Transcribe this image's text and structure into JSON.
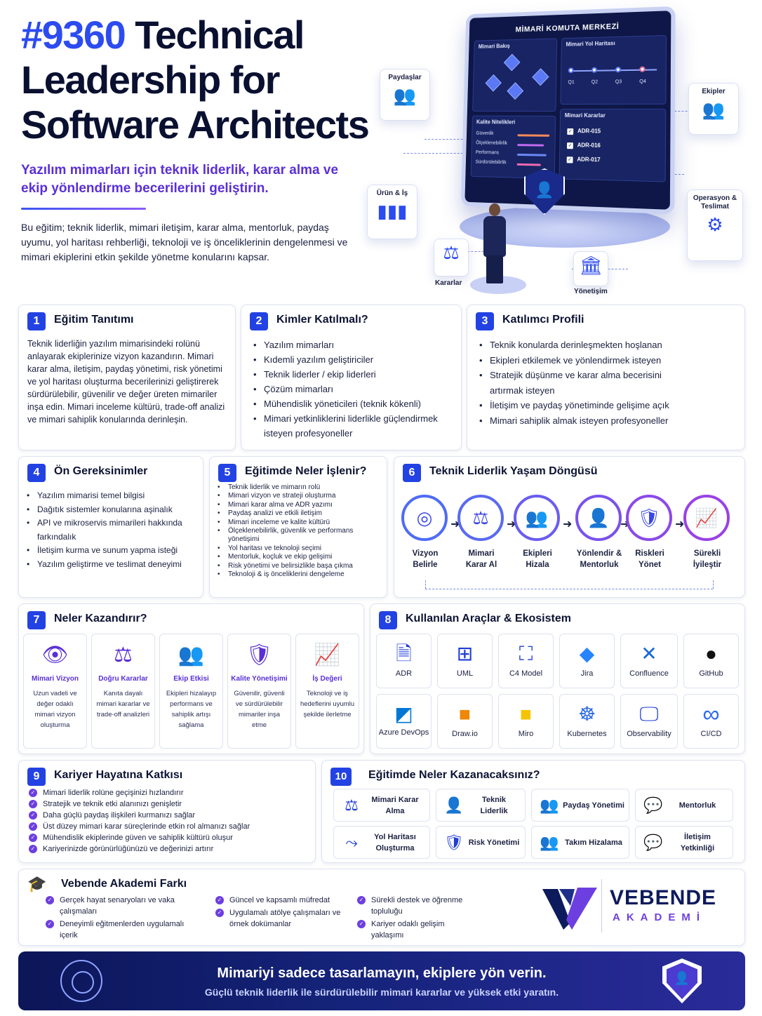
{
  "hero": {
    "title_num": "#9360",
    "title_rest": " Technical Leadership for Software Architects",
    "subtitle": "Yazılım mimarları için teknik liderlik, karar alma ve ekip yönlendirme becerilerini geliştirin.",
    "description": "Bu eğitim; teknik liderlik, mimari iletişim, karar alma, mentorluk, paydaş uyumu, yol haritası rehberliği, teknoloji ve iş önceliklerinin dengelenmesi ve mimari ekiplerini etkin şekilde yönetme konularını kapsar."
  },
  "illustration": {
    "monitor_title": "MİMARİ KOMUTA MERKEZİ",
    "panel_overview": "Mimari Bakış",
    "panel_roadmap": "Mimari Yol Haritası",
    "quarters": [
      "Q1",
      "Q2",
      "Q3",
      "Q4"
    ],
    "panel_quality": "Kalite Nitelikleri",
    "quality_items": [
      "Güvenlik",
      "Ölçeklenebilirlik",
      "Performans",
      "Sürdürülebilirlik"
    ],
    "panel_decisions": "Mimari Kararlar",
    "adrs": [
      "ADR-015",
      "ADR-016",
      "ADR-017"
    ],
    "cards": {
      "stakeholders": "Paydaşlar",
      "teams": "Ekipler",
      "product": "Ürün & İş",
      "ops": "Operasyon & Teslimat"
    },
    "tags": {
      "decisions": "Kararlar",
      "governance": "Yönetişim"
    }
  },
  "s1": {
    "num": "1",
    "title": "Eğitim Tanıtımı",
    "text": "Teknik liderliğin yazılım mimarisindeki rolünü anlayarak ekiplerinize vizyon kazandırın. Mimari karar alma, iletişim, paydaş yönetimi, risk yönetimi ve yol haritası oluşturma becerilerinizi geliştirerek sürdürülebilir, güvenilir ve değer üreten mimariler inşa edin. Mimari inceleme kültürü, trade-off analizi ve mimari sahiplik konularında derinleşin."
  },
  "s2": {
    "num": "2",
    "title": "Kimler Katılmalı?",
    "items": [
      "Yazılım mimarları",
      "Kıdemli yazılım geliştiriciler",
      "Teknik liderler / ekip liderleri",
      "Çözüm mimarları",
      "Mühendislik yöneticileri (teknik kökenli)",
      "Mimari yetkinliklerini liderlikle güçlendirmek isteyen profesyoneller"
    ]
  },
  "s3": {
    "num": "3",
    "title": "Katılımcı Profili",
    "items": [
      "Teknik konularda derinleşmekten hoşlanan",
      "Ekipleri etkilemek ve yönlendirmek isteyen",
      "Stratejik düşünme ve karar alma becerisini artırmak isteyen",
      "İletişim ve paydaş yönetiminde gelişime açık",
      "Mimari sahiplik almak isteyen profesyoneller"
    ]
  },
  "s4": {
    "num": "4",
    "title": "Ön Gereksinimler",
    "items": [
      "Yazılım mimarisi temel bilgisi",
      "Dağıtık sistemler konularına aşinalık",
      "API ve mikroservis mimarileri hakkında farkındalık",
      "İletişim kurma ve sunum yapma isteği",
      "Yazılım geliştirme ve teslimat deneyimi"
    ]
  },
  "s5": {
    "num": "5",
    "title": "Eğitimde Neler İşlenir?",
    "items": [
      "Teknik liderlik ve mimarın rolü",
      "Mimari vizyon ve strateji oluşturma",
      "Mimari karar alma ve ADR yazımı",
      "Paydaş analizi ve etkili iletişim",
      "Mimari inceleme ve kalite kültürü",
      "Ölçeklenebilirlik, güvenlik ve performans yönetişimi",
      "Yol haritası ve teknoloji seçimi",
      "Mentorluk, koçluk ve ekip gelişimi",
      "Risk yönetimi ve belirsizlikle başa çıkma",
      "Teknoloji & iş önceliklerini dengeleme"
    ]
  },
  "s6": {
    "num": "6",
    "title": "Teknik Liderlik Yaşam Döngüsü",
    "steps": [
      {
        "icon": "target-icon",
        "l1": "Vizyon",
        "l2": "Belirle"
      },
      {
        "icon": "scales-icon",
        "l1": "Mimari",
        "l2": "Karar Al"
      },
      {
        "icon": "team-icon",
        "l1": "Ekipleri",
        "l2": "Hizala"
      },
      {
        "icon": "mentor-icon",
        "l1": "Yönlendir &",
        "l2": "Mentorluk"
      },
      {
        "icon": "shield-icon",
        "l1": "Riskleri",
        "l2": "Yönet"
      },
      {
        "icon": "growth-chart-icon",
        "l1": "Sürekli",
        "l2": "İyileştir"
      }
    ]
  },
  "s7": {
    "num": "7",
    "title": "Neler Kazandırır?",
    "items": [
      {
        "icon": "eye-icon",
        "title": "Mimari Vizyon",
        "desc": "Uzun vadeli ve değer odaklı mimari vizyon oluşturma"
      },
      {
        "icon": "scales-icon",
        "title": "Doğru Kararlar",
        "desc": "Kanıta dayalı mimari kararlar ve trade-off analizleri"
      },
      {
        "icon": "team-icon",
        "title": "Ekip Etkisi",
        "desc": "Ekipleri hizalayıp performans ve sahiplik artışı sağlama"
      },
      {
        "icon": "shield-check-icon",
        "title": "Kalite Yönetişimi",
        "desc": "Güvenilir, güvenli ve sürdürülebilir mimariler inşa etme"
      },
      {
        "icon": "growth-chart-icon",
        "title": "İş Değeri",
        "desc": "Teknoloji ve iş hedeflerini uyumlu şekilde ilerletme"
      }
    ]
  },
  "s8": {
    "num": "8",
    "title": "Kullanılan Araçlar & Ekosistem",
    "tools": [
      {
        "icon": "document-icon",
        "label": "ADR"
      },
      {
        "icon": "uml-diagram-icon",
        "label": "UML"
      },
      {
        "icon": "hierarchy-icon",
        "label": "C4 Model"
      },
      {
        "icon": "jira-icon",
        "label": "Jira"
      },
      {
        "icon": "confluence-icon",
        "label": "Confluence"
      },
      {
        "icon": "github-icon",
        "label": "GitHub"
      },
      {
        "icon": "azure-devops-icon",
        "label": "Azure DevOps"
      },
      {
        "icon": "drawio-icon",
        "label": "Draw.io"
      },
      {
        "icon": "miro-icon",
        "label": "Miro"
      },
      {
        "icon": "kubernetes-icon",
        "label": "Kubernetes"
      },
      {
        "icon": "monitor-chart-icon",
        "label": "Observability"
      },
      {
        "icon": "infinity-icon",
        "label": "CI/CD"
      }
    ]
  },
  "s9": {
    "num": "9",
    "title": "Kariyer Hayatına Katkısı",
    "items": [
      "Mimari liderlik rolüne geçişinizi hızlandırır",
      "Stratejik ve teknik etki alanınızı genişletir",
      "Daha güçlü paydaş ilişkileri kurmanızı sağlar",
      "Üst düzey mimari karar süreçlerinde etkin rol almanızı sağlar",
      "Mühendislik ekiplerinde güven ve sahiplik kültürü oluşur",
      "Kariyerinizde görünürlüğünüzü ve değerinizi artırır"
    ]
  },
  "s10": {
    "num": "10",
    "title": "Eğitimde Neler Kazanacaksınız?",
    "items": [
      {
        "icon": "scales-icon",
        "label": "Mimari Karar Alma"
      },
      {
        "icon": "leader-icon",
        "label": "Teknik Liderlik"
      },
      {
        "icon": "team-icon",
        "label": "Paydaş Yönetimi"
      },
      {
        "icon": "mentor-chat-icon",
        "label": "Mentorluk"
      },
      {
        "icon": "roadmap-icon",
        "label": "Yol Haritası Oluşturma"
      },
      {
        "icon": "shield-check-icon",
        "label": "Risk Yönetimi"
      },
      {
        "icon": "team-align-icon",
        "label": "Takım Hizalama"
      },
      {
        "icon": "chat-bubble-icon",
        "label": "İletişim Yetkinliği"
      }
    ]
  },
  "s11": {
    "title": "Vebende Akademi Farkı",
    "items": [
      "Gerçek hayat senaryoları ve vaka çalışmaları",
      "Deneyimli eğitmenlerden uygulamalı içerik",
      "Güncel ve kapsamlı müfredat",
      "Uygulamalı atölye çalışmaları ve örnek dokümanlar",
      "Sürekli destek ve öğrenme topluluğu",
      "Kariyer odaklı gelişim yaklaşımı"
    ],
    "logo_name": "VEBENDE",
    "logo_sub": "AKADEMİ"
  },
  "banner": {
    "line1": "Mimariyi sadece tasarlamayın, ekiplere yön verin.",
    "line2": "Güçlü teknik liderlik ile sürdürülebilir mimari kararlar ve yüksek etki yaratın."
  },
  "colors": {
    "accent": "#2342e3",
    "purple": "#5a2fd6",
    "navy": "#0c1658"
  }
}
